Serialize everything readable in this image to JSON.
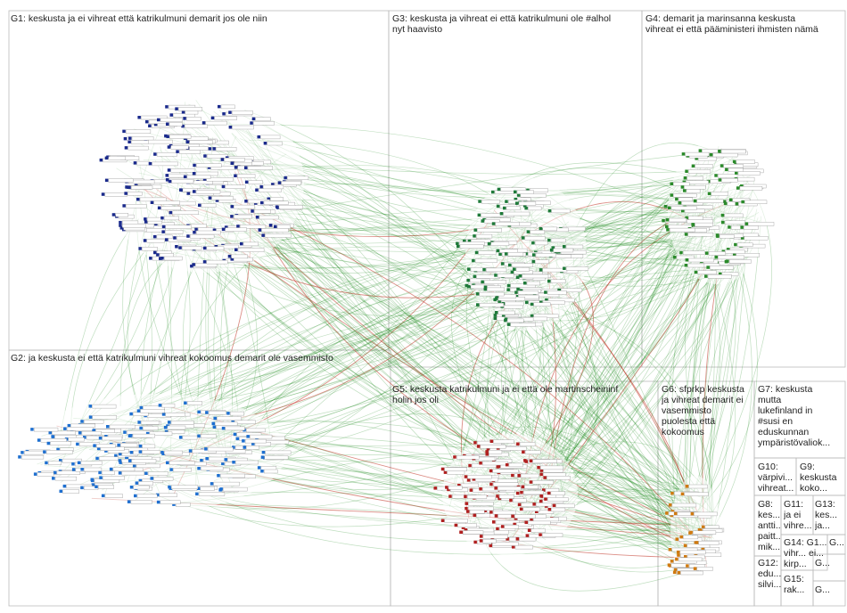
{
  "groups": [
    {
      "id": "G1",
      "label": "G1: keskusta ja ei vihreat että katrikulmuni demarit jos ole niin",
      "color": "#1a2a8c"
    },
    {
      "id": "G2",
      "label": "G2: ja keskusta ei että katrikulmuni vihreat kokoomus demarit ole vasemmisto",
      "color": "#1e6fd0"
    },
    {
      "id": "G3",
      "label": "G3: keskusta ja vihreat ei että katrikulmuni ole #alhol\nnyt haavisto",
      "color": "#1f7a3a"
    },
    {
      "id": "G4",
      "label": "G4: demarit ja marinsanna keskusta\nvihreat ei että pääministeri ihmisten nämä",
      "color": "#2a8a2a"
    },
    {
      "id": "G5",
      "label": "G5: keskusta katrikulmuni ja ei että ole martinscheininf\nholin jos oli",
      "color": "#b02020"
    },
    {
      "id": "G6",
      "label": "G6: sfprkp keskusta\nja vihreat demarit ei\nvasemmisto\npuolesta että\nkokoomus",
      "color": "#d07a10"
    },
    {
      "id": "G7",
      "label": "G7: keskusta\nmutta\nlukefinland in\n#susi en\neduskunnan\nympäristövaliok...",
      "color": "#c89020"
    },
    {
      "id": "G8",
      "label": "G8:\nkes...\nantti...\npaitt...\nmik...",
      "color": "#777777"
    },
    {
      "id": "G9",
      "label": "G9:\nkeskusta\nkoko...",
      "color": "#a040a0"
    },
    {
      "id": "G10",
      "label": "G10:\nvärpivi...\nvihreat...",
      "color": "#777777"
    },
    {
      "id": "G11",
      "label": "G11:\nja ei\nvihre...",
      "color": "#777777"
    },
    {
      "id": "G12",
      "label": "G12:\nedu...\nsilvi...",
      "color": "#777777"
    },
    {
      "id": "G13",
      "label": "G13:\nkes...\nja...",
      "color": "#777777"
    },
    {
      "id": "G14",
      "label": "G14: G1...\nvihr... ei...\nkirp...",
      "color": "#777777"
    },
    {
      "id": "G15",
      "label": "G15:\nrak...",
      "color": "#777777"
    },
    {
      "id": "G16",
      "label": "G...",
      "color": "#777777"
    },
    {
      "id": "G17",
      "label": "G...",
      "color": "#777777"
    },
    {
      "id": "G18",
      "label": "G...",
      "color": "#777777"
    }
  ],
  "colors": {
    "edge_green": "#1a8a1a",
    "edge_red": "#c03020",
    "node_white": "#ffffff",
    "border": "#bbbbbb"
  }
}
